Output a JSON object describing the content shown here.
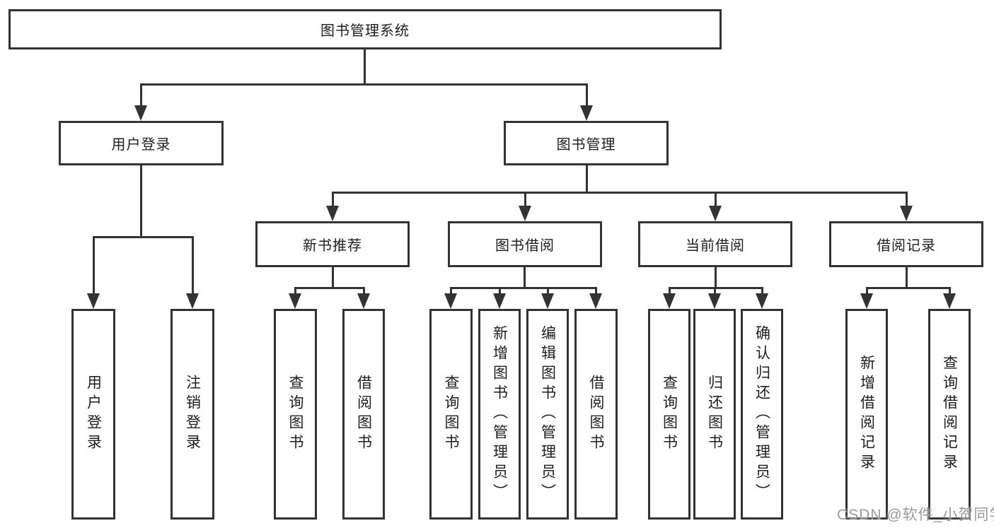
{
  "diagram": {
    "title_box": "图书管理系统",
    "branches": {
      "user": {
        "label": "用户登录",
        "leaves": [
          "用户登录",
          "注销登录"
        ]
      },
      "book": {
        "label": "图书管理",
        "sections": [
          {
            "label": "新书推荐",
            "leaves": [
              "查询图书",
              "借阅图书"
            ]
          },
          {
            "label": "图书借阅",
            "leaves": [
              "查询图书",
              "新增图书（管理员）",
              "编辑图书（管理员）",
              "借阅图书"
            ]
          },
          {
            "label": "当前借阅",
            "leaves": [
              "查询图书",
              "归还图书",
              "确认归还（管理员）"
            ]
          },
          {
            "label": "借阅记录",
            "leaves": [
              "新增借阅记录",
              "查询借阅记录"
            ]
          }
        ]
      }
    },
    "colors": {
      "line": "#333333",
      "box_fill": "#ffffff",
      "text": "#1e1e1e",
      "watermark": "#9a9a9a"
    }
  },
  "watermark": "CSDN @软件_小贺同学"
}
